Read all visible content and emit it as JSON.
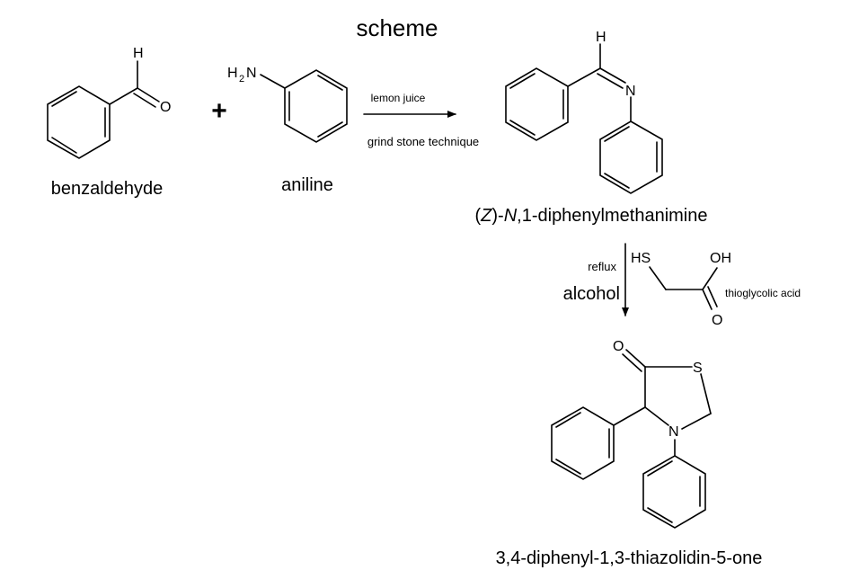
{
  "title": "scheme",
  "plus_sign": "+",
  "reactant1": {
    "name": "benzaldehyde",
    "atoms": {
      "h": "H",
      "o": "O"
    }
  },
  "reactant2": {
    "name": "aniline",
    "atoms": {
      "h2": "H",
      "h2_sub": "2",
      "n": "N"
    }
  },
  "step1": {
    "reagent_top": "lemon juice",
    "reagent_bottom": "grind stone technique"
  },
  "intermediate": {
    "name_parts": [
      "(",
      "Z",
      ")-",
      "N",
      ",1-diphenylmethanimine"
    ],
    "atoms": {
      "h": "H",
      "n": "N"
    }
  },
  "step2": {
    "condition_top": "reflux",
    "condition_bottom": "alcohol",
    "reagent_name": "thioglycolic acid",
    "reagent_atoms": {
      "hs": "HS",
      "oh": "OH",
      "o": "O"
    }
  },
  "product": {
    "name": "3,4-diphenyl-1,3-thiazolidin-5-one",
    "atoms": {
      "o": "O",
      "s": "S",
      "n": "N"
    }
  }
}
